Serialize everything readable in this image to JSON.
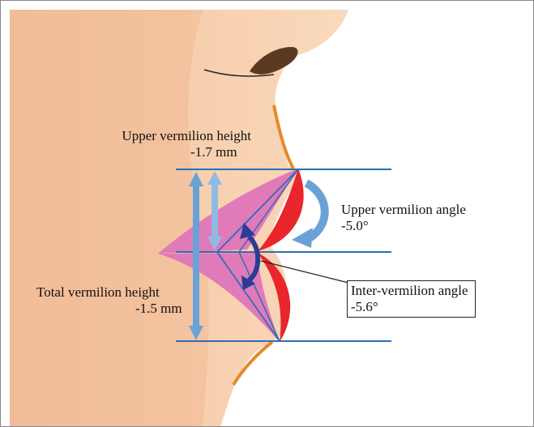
{
  "labels": {
    "upper_vermilion_height": {
      "title": "Upper vermilion height",
      "value": "-1.7 mm"
    },
    "total_vermilion_height": {
      "title": "Total vermilion height",
      "value": "-1.5 mm"
    },
    "upper_vermilion_angle": {
      "title": "Upper vermilion angle",
      "value": "-5.0°"
    },
    "inter_vermilion_angle": {
      "title": "Inter-vermilion angle",
      "value": "-5.6°"
    }
  },
  "colors": {
    "skin": "#f6cba8",
    "skin_shadow": "#efb48d",
    "contour": "#e8892a",
    "lip_pink": "#e07ab9",
    "lip_red": "#e8262b",
    "guide_line": "#2f6db5",
    "arrow_light": "#6aa2d8",
    "arrow_dark": "#2a3c95",
    "nostril": "#5a3a22"
  }
}
